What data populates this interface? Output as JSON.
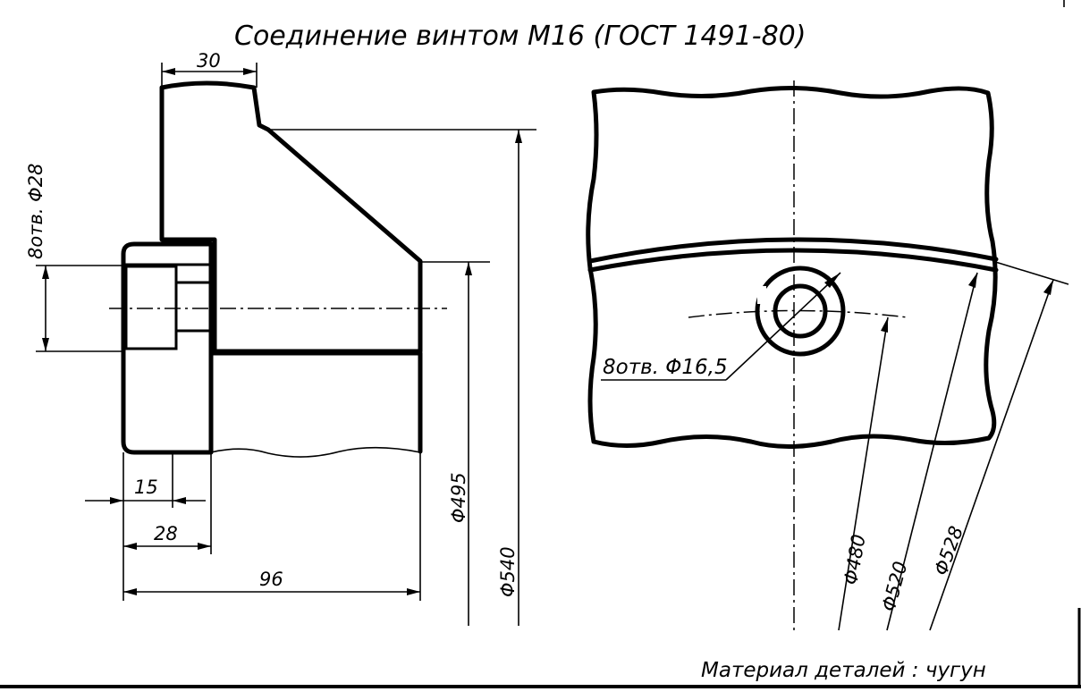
{
  "title": "Соединение винтом М16 (ГОСТ 1491-80)",
  "material_note": "Материал деталей : чугун",
  "section_view": {
    "dimensions": {
      "flange_width": "30",
      "holes_note": "8отв. Φ28",
      "dim_15": "15",
      "dim_28": "28",
      "dim_96": "96",
      "dia_495": "Φ495",
      "dia_540": "Φ540"
    }
  },
  "plan_view": {
    "holes_note": "8отв. Φ16,5",
    "dia_480": "Φ480",
    "dia_520": "Φ520",
    "dia_528": "Φ528"
  }
}
